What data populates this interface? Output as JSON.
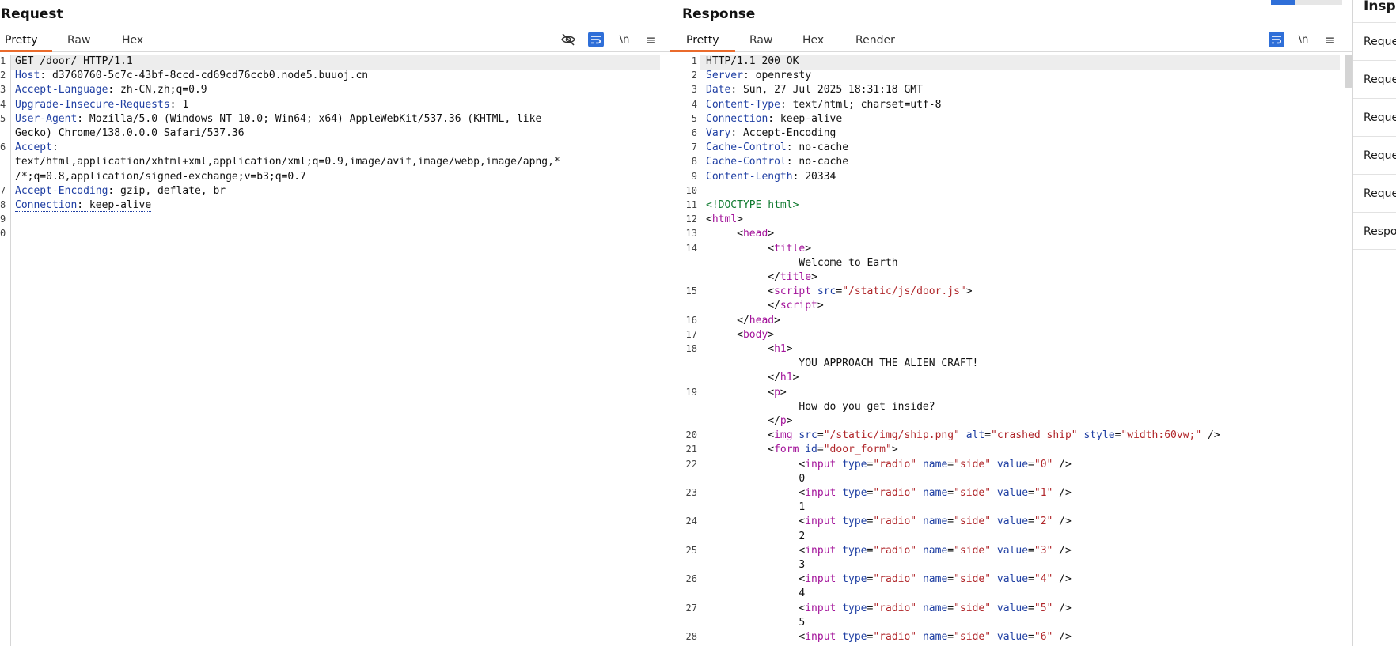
{
  "request": {
    "title": "Request",
    "tabs": [
      "Pretty",
      "Raw",
      "Hex"
    ],
    "toolbar": {
      "newline": "\\n",
      "menu": "≡"
    },
    "lines": [
      {
        "n": "1",
        "parts": [
          {
            "t": "GET /door/ HTTP/1.1"
          }
        ]
      },
      {
        "n": "2",
        "parts": [
          {
            "t": "Host",
            "c": "hk"
          },
          {
            "t": ": d3760760-5c7c-43bf-8ccd-cd69cd76ccb0.node5.buuoj.cn"
          }
        ]
      },
      {
        "n": "3",
        "parts": [
          {
            "t": "Accept-Language",
            "c": "hk"
          },
          {
            "t": ": zh-CN,zh;q=0.9"
          }
        ]
      },
      {
        "n": "4",
        "parts": [
          {
            "t": "Upgrade-Insecure-Requests",
            "c": "hk"
          },
          {
            "t": ": 1"
          }
        ]
      },
      {
        "n": "5",
        "parts": [
          {
            "t": "User-Agent",
            "c": "hk"
          },
          {
            "t": ": Mozilla/5.0 (Windows NT 10.0; Win64; x64) AppleWebKit/537.36 (KHTML, like"
          }
        ]
      },
      {
        "n": "",
        "parts": [
          {
            "t": "Gecko) Chrome/138.0.0.0 Safari/537.36"
          }
        ]
      },
      {
        "n": "6",
        "parts": [
          {
            "t": "Accept",
            "c": "hk"
          },
          {
            "t": ":"
          }
        ]
      },
      {
        "n": "",
        "parts": [
          {
            "t": "text/html,application/xhtml+xml,application/xml;q=0.9,image/avif,image/webp,image/apng,*"
          }
        ]
      },
      {
        "n": "",
        "parts": [
          {
            "t": "/*;q=0.8,application/signed-exchange;v=b3;q=0.7"
          }
        ]
      },
      {
        "n": "7",
        "parts": [
          {
            "t": "Accept-Encoding",
            "c": "hk"
          },
          {
            "t": ": gzip, deflate, br"
          }
        ]
      },
      {
        "n": "8",
        "parts": [
          {
            "t": "Connection",
            "c": "hk dotted"
          },
          {
            "t": ": keep-alive",
            "c": "dotted"
          }
        ]
      },
      {
        "n": "9",
        "parts": []
      },
      {
        "n": "0",
        "parts": []
      }
    ]
  },
  "response": {
    "title": "Response",
    "tabs": [
      "Pretty",
      "Raw",
      "Hex",
      "Render"
    ],
    "toolbar": {
      "newline": "\\n",
      "menu": "≡"
    },
    "lines": [
      {
        "n": "1",
        "parts": [
          {
            "t": "HTTP/1.1 200 OK"
          }
        ]
      },
      {
        "n": "2",
        "parts": [
          {
            "t": "Server",
            "c": "hk"
          },
          {
            "t": ": openresty"
          }
        ]
      },
      {
        "n": "3",
        "parts": [
          {
            "t": "Date",
            "c": "hk"
          },
          {
            "t": ": Sun, 27 Jul 2025 18:31:18 GMT"
          }
        ]
      },
      {
        "n": "4",
        "parts": [
          {
            "t": "Content-Type",
            "c": "hk"
          },
          {
            "t": ": text/html; charset=utf-8"
          }
        ]
      },
      {
        "n": "5",
        "parts": [
          {
            "t": "Connection",
            "c": "hk"
          },
          {
            "t": ": keep-alive"
          }
        ]
      },
      {
        "n": "6",
        "parts": [
          {
            "t": "Vary",
            "c": "hk"
          },
          {
            "t": ": Accept-Encoding"
          }
        ]
      },
      {
        "n": "7",
        "parts": [
          {
            "t": "Cache-Control",
            "c": "hk"
          },
          {
            "t": ": no-cache"
          }
        ]
      },
      {
        "n": "8",
        "parts": [
          {
            "t": "Cache-Control",
            "c": "hk"
          },
          {
            "t": ": no-cache"
          }
        ]
      },
      {
        "n": "9",
        "parts": [
          {
            "t": "Content-Length",
            "c": "hk"
          },
          {
            "t": ": 20334"
          }
        ]
      },
      {
        "n": "10",
        "parts": []
      },
      {
        "n": "11",
        "parts": [
          {
            "t": "<!DOCTYPE html>",
            "c": "dt"
          }
        ]
      },
      {
        "n": "12",
        "parts": [
          {
            "t": "<"
          },
          {
            "t": "html",
            "c": "tg"
          },
          {
            "t": ">"
          }
        ]
      },
      {
        "n": "13",
        "parts": [
          {
            "t": "     <"
          },
          {
            "t": "head",
            "c": "tg"
          },
          {
            "t": ">"
          }
        ]
      },
      {
        "n": "14",
        "parts": [
          {
            "t": "          <"
          },
          {
            "t": "title",
            "c": "tg"
          },
          {
            "t": ">"
          }
        ]
      },
      {
        "n": "",
        "parts": [
          {
            "t": "               Welcome to Earth"
          }
        ]
      },
      {
        "n": "",
        "parts": [
          {
            "t": "          </"
          },
          {
            "t": "title",
            "c": "tg"
          },
          {
            "t": ">"
          }
        ]
      },
      {
        "n": "15",
        "parts": [
          {
            "t": "          <"
          },
          {
            "t": "script",
            "c": "tg"
          },
          {
            "t": " "
          },
          {
            "t": "src",
            "c": "at"
          },
          {
            "t": "="
          },
          {
            "t": "\"/static/js/door.js\"",
            "c": "vl"
          },
          {
            "t": ">"
          }
        ]
      },
      {
        "n": "",
        "parts": [
          {
            "t": "          </"
          },
          {
            "t": "script",
            "c": "tg"
          },
          {
            "t": ">"
          }
        ]
      },
      {
        "n": "16",
        "parts": [
          {
            "t": "     </"
          },
          {
            "t": "head",
            "c": "tg"
          },
          {
            "t": ">"
          }
        ]
      },
      {
        "n": "17",
        "parts": [
          {
            "t": "     <"
          },
          {
            "t": "body",
            "c": "tg"
          },
          {
            "t": ">"
          }
        ]
      },
      {
        "n": "18",
        "parts": [
          {
            "t": "          <"
          },
          {
            "t": "h1",
            "c": "tg"
          },
          {
            "t": ">"
          }
        ]
      },
      {
        "n": "",
        "parts": [
          {
            "t": "               YOU APPROACH THE ALIEN CRAFT!"
          }
        ]
      },
      {
        "n": "",
        "parts": [
          {
            "t": "          </"
          },
          {
            "t": "h1",
            "c": "tg"
          },
          {
            "t": ">"
          }
        ]
      },
      {
        "n": "19",
        "parts": [
          {
            "t": "          <"
          },
          {
            "t": "p",
            "c": "tg"
          },
          {
            "t": ">"
          }
        ]
      },
      {
        "n": "",
        "parts": [
          {
            "t": "               How do you get inside?"
          }
        ]
      },
      {
        "n": "",
        "parts": [
          {
            "t": "          </"
          },
          {
            "t": "p",
            "c": "tg"
          },
          {
            "t": ">"
          }
        ]
      },
      {
        "n": "20",
        "parts": [
          {
            "t": "          <"
          },
          {
            "t": "img",
            "c": "tg"
          },
          {
            "t": " "
          },
          {
            "t": "src",
            "c": "at"
          },
          {
            "t": "="
          },
          {
            "t": "\"/static/img/ship.png\"",
            "c": "vl"
          },
          {
            "t": " "
          },
          {
            "t": "alt",
            "c": "at"
          },
          {
            "t": "="
          },
          {
            "t": "\"crashed ship\"",
            "c": "vl"
          },
          {
            "t": " "
          },
          {
            "t": "style",
            "c": "at"
          },
          {
            "t": "="
          },
          {
            "t": "\"width:60vw;\"",
            "c": "vl"
          },
          {
            "t": " />"
          }
        ]
      },
      {
        "n": "21",
        "parts": [
          {
            "t": "          <"
          },
          {
            "t": "form",
            "c": "tg"
          },
          {
            "t": " "
          },
          {
            "t": "id",
            "c": "at"
          },
          {
            "t": "="
          },
          {
            "t": "\"door_form\"",
            "c": "vl"
          },
          {
            "t": ">"
          }
        ]
      },
      {
        "n": "22",
        "parts": [
          {
            "t": "               <"
          },
          {
            "t": "input",
            "c": "tg"
          },
          {
            "t": " "
          },
          {
            "t": "type",
            "c": "at"
          },
          {
            "t": "="
          },
          {
            "t": "\"radio\"",
            "c": "vl"
          },
          {
            "t": " "
          },
          {
            "t": "name",
            "c": "at"
          },
          {
            "t": "="
          },
          {
            "t": "\"side\"",
            "c": "vl"
          },
          {
            "t": " "
          },
          {
            "t": "value",
            "c": "at"
          },
          {
            "t": "="
          },
          {
            "t": "\"0\"",
            "c": "vl"
          },
          {
            "t": " />"
          }
        ]
      },
      {
        "n": "",
        "parts": [
          {
            "t": "               0"
          }
        ]
      },
      {
        "n": "23",
        "parts": [
          {
            "t": "               <"
          },
          {
            "t": "input",
            "c": "tg"
          },
          {
            "t": " "
          },
          {
            "t": "type",
            "c": "at"
          },
          {
            "t": "="
          },
          {
            "t": "\"radio\"",
            "c": "vl"
          },
          {
            "t": " "
          },
          {
            "t": "name",
            "c": "at"
          },
          {
            "t": "="
          },
          {
            "t": "\"side\"",
            "c": "vl"
          },
          {
            "t": " "
          },
          {
            "t": "value",
            "c": "at"
          },
          {
            "t": "="
          },
          {
            "t": "\"1\"",
            "c": "vl"
          },
          {
            "t": " />"
          }
        ]
      },
      {
        "n": "",
        "parts": [
          {
            "t": "               1"
          }
        ]
      },
      {
        "n": "24",
        "parts": [
          {
            "t": "               <"
          },
          {
            "t": "input",
            "c": "tg"
          },
          {
            "t": " "
          },
          {
            "t": "type",
            "c": "at"
          },
          {
            "t": "="
          },
          {
            "t": "\"radio\"",
            "c": "vl"
          },
          {
            "t": " "
          },
          {
            "t": "name",
            "c": "at"
          },
          {
            "t": "="
          },
          {
            "t": "\"side\"",
            "c": "vl"
          },
          {
            "t": " "
          },
          {
            "t": "value",
            "c": "at"
          },
          {
            "t": "="
          },
          {
            "t": "\"2\"",
            "c": "vl"
          },
          {
            "t": " />"
          }
        ]
      },
      {
        "n": "",
        "parts": [
          {
            "t": "               2"
          }
        ]
      },
      {
        "n": "25",
        "parts": [
          {
            "t": "               <"
          },
          {
            "t": "input",
            "c": "tg"
          },
          {
            "t": " "
          },
          {
            "t": "type",
            "c": "at"
          },
          {
            "t": "="
          },
          {
            "t": "\"radio\"",
            "c": "vl"
          },
          {
            "t": " "
          },
          {
            "t": "name",
            "c": "at"
          },
          {
            "t": "="
          },
          {
            "t": "\"side\"",
            "c": "vl"
          },
          {
            "t": " "
          },
          {
            "t": "value",
            "c": "at"
          },
          {
            "t": "="
          },
          {
            "t": "\"3\"",
            "c": "vl"
          },
          {
            "t": " />"
          }
        ]
      },
      {
        "n": "",
        "parts": [
          {
            "t": "               3"
          }
        ]
      },
      {
        "n": "26",
        "parts": [
          {
            "t": "               <"
          },
          {
            "t": "input",
            "c": "tg"
          },
          {
            "t": " "
          },
          {
            "t": "type",
            "c": "at"
          },
          {
            "t": "="
          },
          {
            "t": "\"radio\"",
            "c": "vl"
          },
          {
            "t": " "
          },
          {
            "t": "name",
            "c": "at"
          },
          {
            "t": "="
          },
          {
            "t": "\"side\"",
            "c": "vl"
          },
          {
            "t": " "
          },
          {
            "t": "value",
            "c": "at"
          },
          {
            "t": "="
          },
          {
            "t": "\"4\"",
            "c": "vl"
          },
          {
            "t": " />"
          }
        ]
      },
      {
        "n": "",
        "parts": [
          {
            "t": "               4"
          }
        ]
      },
      {
        "n": "27",
        "parts": [
          {
            "t": "               <"
          },
          {
            "t": "input",
            "c": "tg"
          },
          {
            "t": " "
          },
          {
            "t": "type",
            "c": "at"
          },
          {
            "t": "="
          },
          {
            "t": "\"radio\"",
            "c": "vl"
          },
          {
            "t": " "
          },
          {
            "t": "name",
            "c": "at"
          },
          {
            "t": "="
          },
          {
            "t": "\"side\"",
            "c": "vl"
          },
          {
            "t": " "
          },
          {
            "t": "value",
            "c": "at"
          },
          {
            "t": "="
          },
          {
            "t": "\"5\"",
            "c": "vl"
          },
          {
            "t": " />"
          }
        ]
      },
      {
        "n": "",
        "parts": [
          {
            "t": "               5"
          }
        ]
      },
      {
        "n": "28",
        "parts": [
          {
            "t": "               <"
          },
          {
            "t": "input",
            "c": "tg"
          },
          {
            "t": " "
          },
          {
            "t": "type",
            "c": "at"
          },
          {
            "t": "="
          },
          {
            "t": "\"radio\"",
            "c": "vl"
          },
          {
            "t": " "
          },
          {
            "t": "name",
            "c": "at"
          },
          {
            "t": "="
          },
          {
            "t": "\"side\"",
            "c": "vl"
          },
          {
            "t": " "
          },
          {
            "t": "value",
            "c": "at"
          },
          {
            "t": "="
          },
          {
            "t": "\"6\"",
            "c": "vl"
          },
          {
            "t": " />"
          }
        ]
      }
    ]
  },
  "inspector": {
    "title": "Inspe",
    "items": [
      "Reque",
      "Reque",
      "Reque",
      "Reque",
      "Reque",
      "Respo"
    ]
  },
  "icons": {
    "hide": "eye-slash-icon",
    "wrap": "word-wrap-icon",
    "menu": "hamburger-menu-icon"
  },
  "colors": {
    "accent_tab": "#ea6b2c",
    "header_key": "#1f3fa3",
    "tag": "#a3139a",
    "attr_value": "#b0262a",
    "doctype": "#0f7a2f",
    "wrap_button": "#2f6fd8"
  }
}
